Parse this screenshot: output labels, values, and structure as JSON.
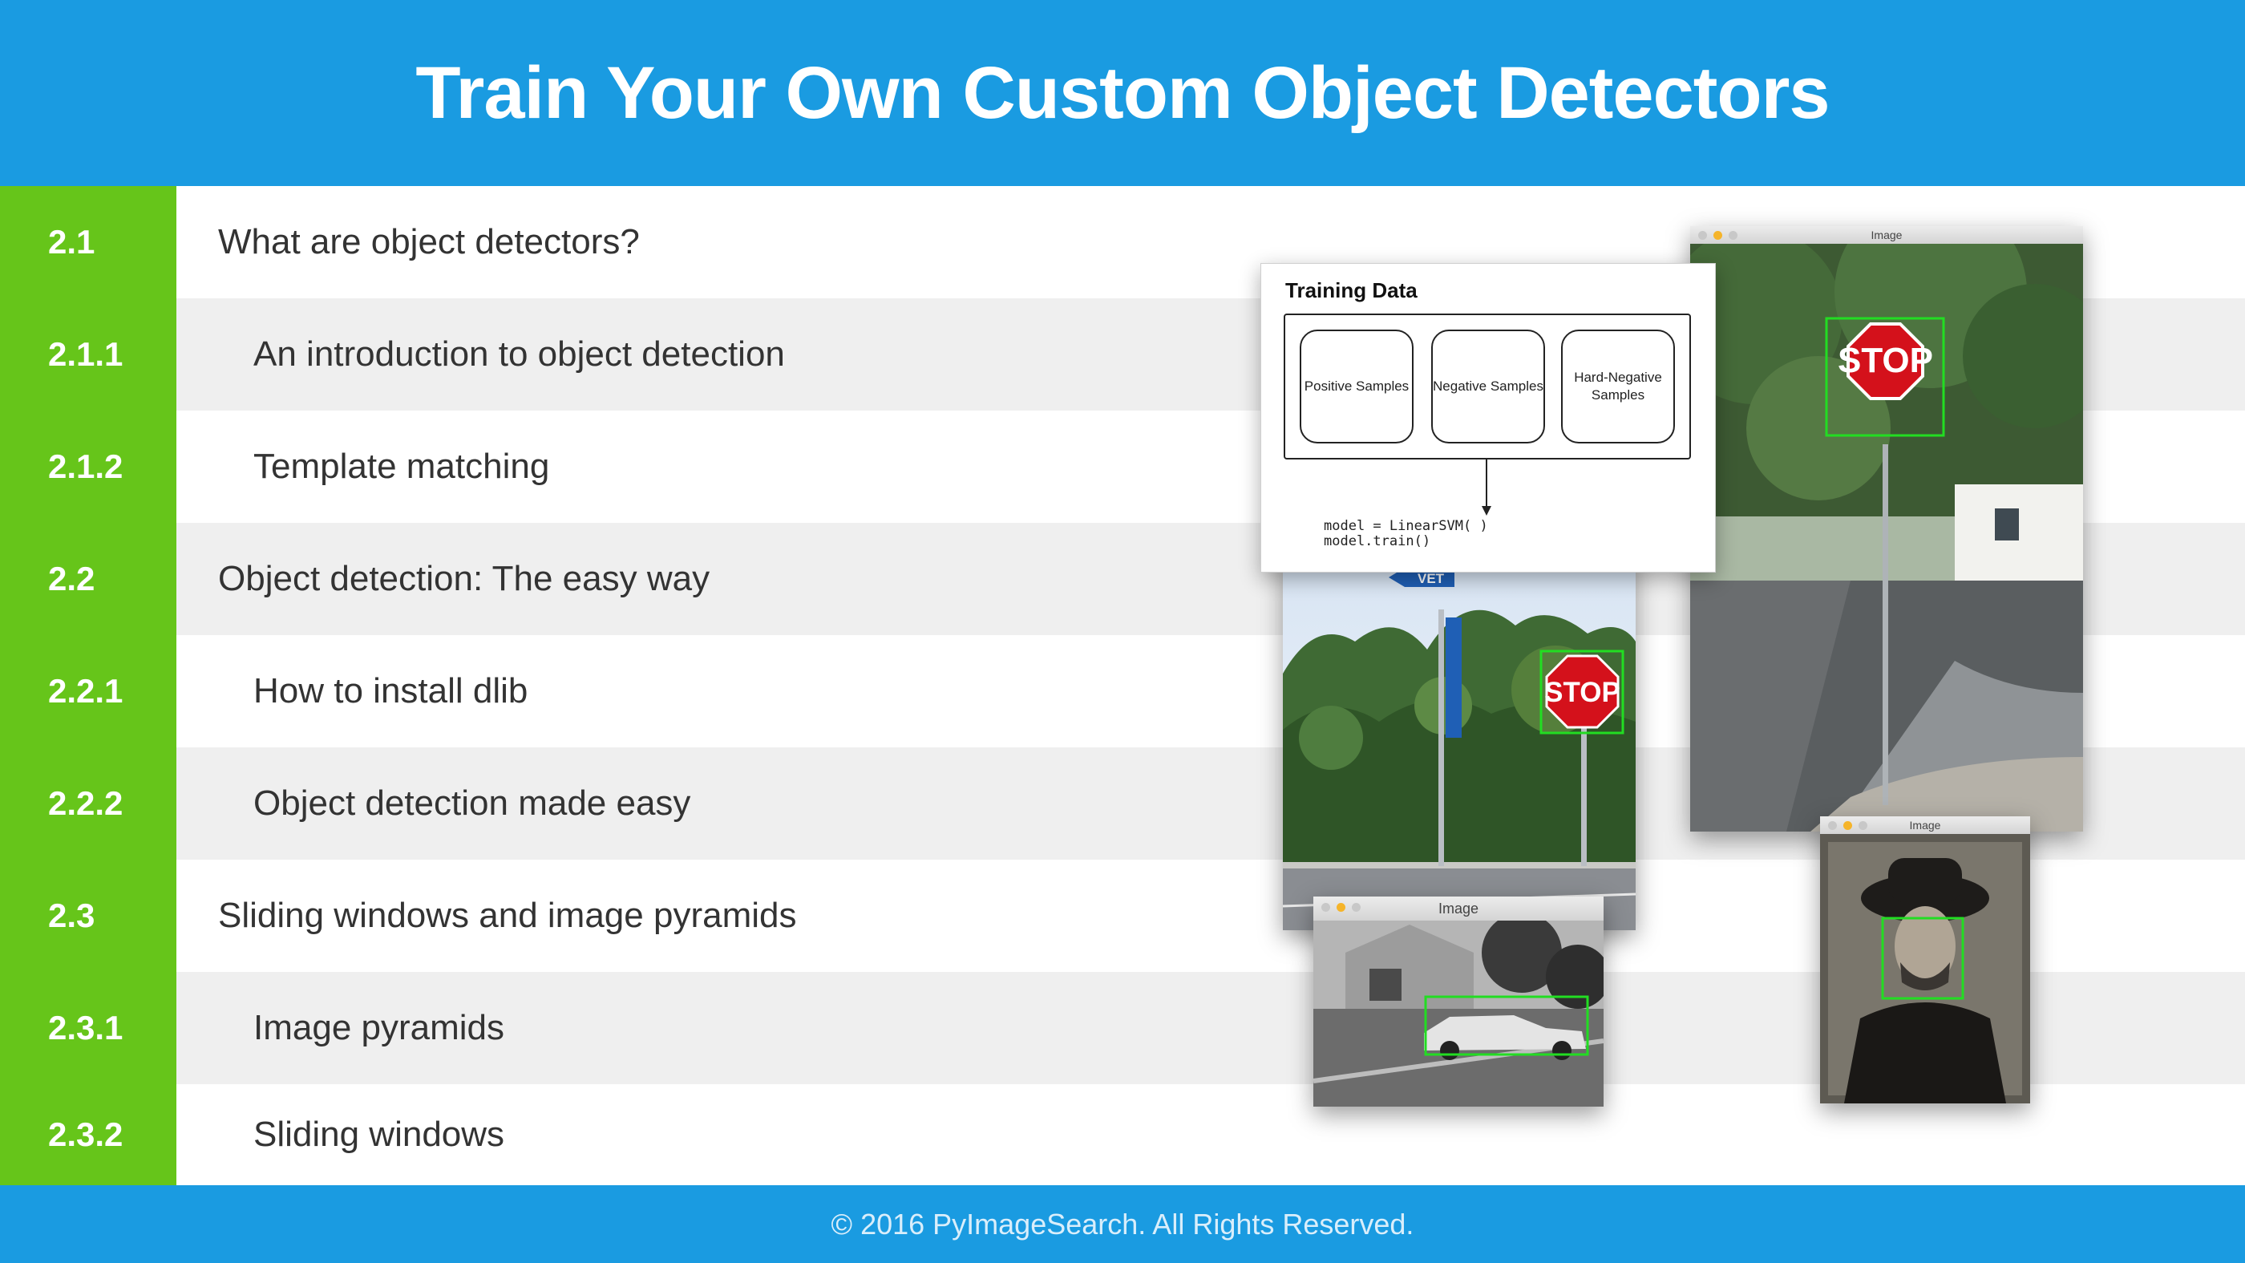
{
  "header": {
    "title": "Train Your Own Custom Object Detectors"
  },
  "toc": [
    {
      "num": "2.1",
      "label": "What are object detectors?",
      "level": 1
    },
    {
      "num": "2.1.1",
      "label": "An introduction to object detection",
      "level": 2
    },
    {
      "num": "2.1.2",
      "label": "Template matching",
      "level": 2
    },
    {
      "num": "2.2",
      "label": "Object detection: The easy way",
      "level": 1
    },
    {
      "num": "2.2.1",
      "label": "How to install dlib",
      "level": 2
    },
    {
      "num": "2.2.2",
      "label": "Object detection made easy",
      "level": 2
    },
    {
      "num": "2.3",
      "label": "Sliding windows and image pyramids",
      "level": 1
    },
    {
      "num": "2.3.1",
      "label": "Image pyramids",
      "level": 2
    },
    {
      "num": "2.3.2",
      "label": "Sliding windows",
      "level": 2
    }
  ],
  "footer": {
    "text": "© 2016 PyImageSearch. All Rights Reserved."
  },
  "collage": {
    "training_diagram": {
      "title": "Training Data",
      "boxes": [
        "Positive Samples",
        "Negative Samples",
        "Hard-Negative Samples"
      ],
      "code": "model = LinearSVM( )\nmodel.train()"
    },
    "window_title": "Image",
    "stop_sign_text": "STOP",
    "street_sign_text": "VET"
  },
  "colors": {
    "header_blue": "#1a9be1",
    "number_green": "#66c51a",
    "alt_row_gray": "#efefef",
    "detection_box": "#22dd22",
    "stop_red": "#d4111b"
  }
}
